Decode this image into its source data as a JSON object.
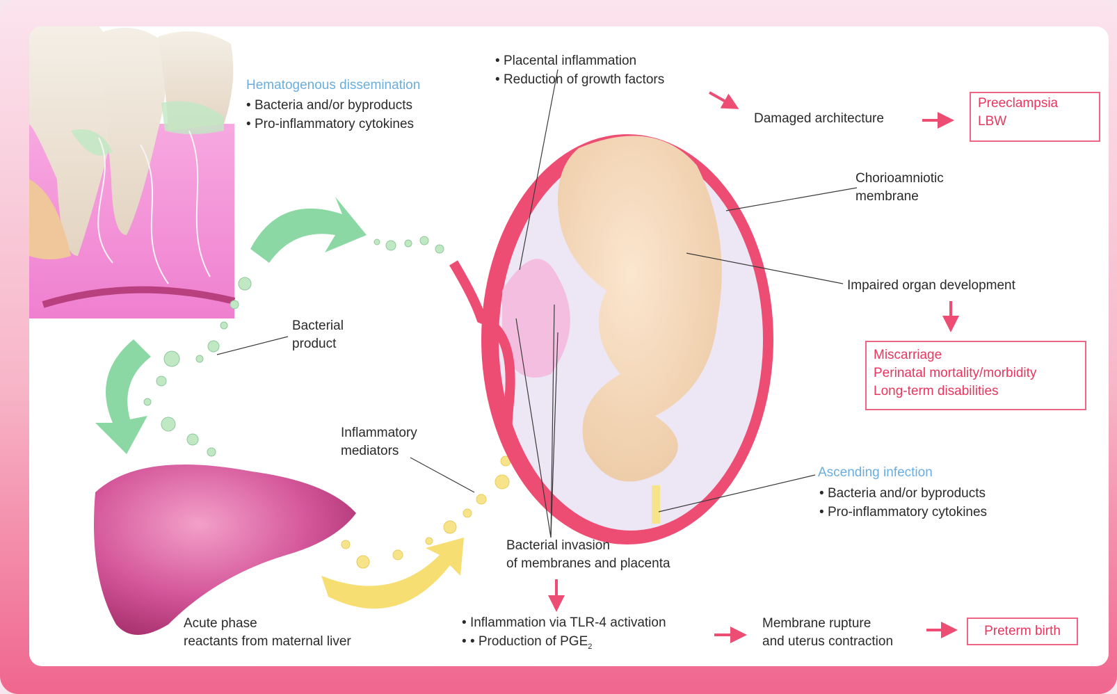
{
  "hematogenous": {
    "title": "Hematogenous dissemination",
    "bullets": [
      "Bacteria and/or byproducts",
      "Pro-inflammatory cytokines"
    ]
  },
  "placental": {
    "bullets": [
      "Placental inflammation",
      "Reduction of growth factors"
    ]
  },
  "damaged_architecture": "Damaged architecture",
  "outcome_top": [
    "Preeclampsia",
    "LBW"
  ],
  "chorioamniotic": [
    "Chorioamniotic",
    "membrane"
  ],
  "impaired_organ": "Impaired organ development",
  "outcome_mid": [
    "Miscarriage",
    "Perinatal mortality/morbidity",
    "Long-term disabilities"
  ],
  "bacterial_product": [
    "Bacterial",
    "product"
  ],
  "inflammatory_mediators": [
    "Inflammatory",
    "mediators"
  ],
  "ascending": {
    "title": "Ascending infection",
    "bullets": [
      "Bacteria and/or byproducts",
      "Pro-inflammatory cytokines"
    ]
  },
  "bacterial_invasion": [
    "Bacterial invasion",
    "of membranes and placenta"
  ],
  "acute_phase": [
    "Acute phase",
    "reactants from maternal liver"
  ],
  "tlr": {
    "line1": "Inflammation via TLR-4 activation",
    "line2": "Production of PGE",
    "line2_sub": "2"
  },
  "membrane_rupture": [
    "Membrane rupture",
    "and uterus contraction"
  ],
  "outcome_bottom": "Preterm birth",
  "colors": {
    "accent_red": "#e8365e",
    "accent_blue": "#6aaedf",
    "arrow_green": "#7fd49a",
    "arrow_yellow": "#f5dc6a"
  }
}
